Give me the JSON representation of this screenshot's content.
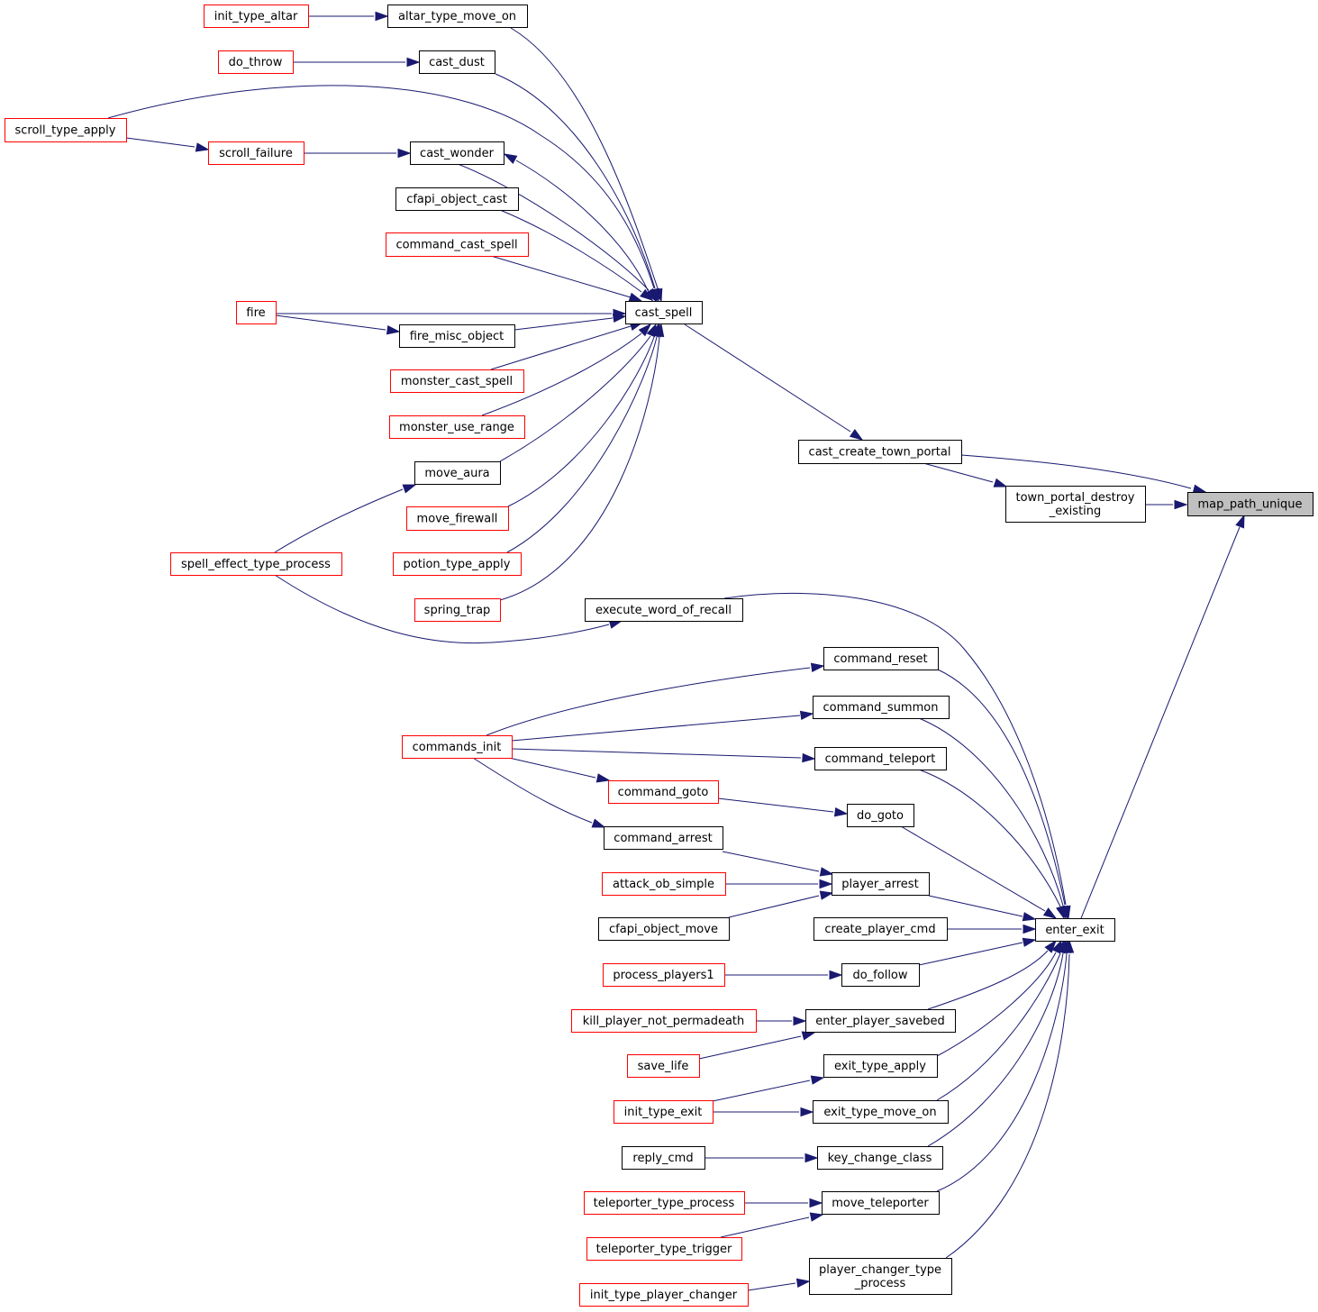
{
  "nodes": {
    "map_path_unique": {
      "lines": [
        "map_path_unique"
      ],
      "style": "gray"
    },
    "cast_create_town_portal": {
      "lines": [
        "cast_create_town_portal"
      ],
      "style": "black"
    },
    "town_portal_destroy_existing": {
      "lines": [
        "town_portal_destroy",
        "_existing"
      ],
      "style": "black"
    },
    "enter_exit": {
      "lines": [
        "enter_exit"
      ],
      "style": "black"
    },
    "cast_spell": {
      "lines": [
        "cast_spell"
      ],
      "style": "black"
    },
    "altar_type_move_on": {
      "lines": [
        "altar_type_move_on"
      ],
      "style": "black"
    },
    "init_type_altar": {
      "lines": [
        "init_type_altar"
      ],
      "style": "red"
    },
    "cast_dust": {
      "lines": [
        "cast_dust"
      ],
      "style": "black"
    },
    "do_throw": {
      "lines": [
        "do_throw"
      ],
      "style": "red"
    },
    "scroll_type_apply": {
      "lines": [
        "scroll_type_apply"
      ],
      "style": "red"
    },
    "scroll_failure": {
      "lines": [
        "scroll_failure"
      ],
      "style": "red"
    },
    "cast_wonder": {
      "lines": [
        "cast_wonder"
      ],
      "style": "black"
    },
    "cfapi_object_cast": {
      "lines": [
        "cfapi_object_cast"
      ],
      "style": "black"
    },
    "command_cast_spell": {
      "lines": [
        "command_cast_spell"
      ],
      "style": "red"
    },
    "fire": {
      "lines": [
        "fire"
      ],
      "style": "red"
    },
    "fire_misc_object": {
      "lines": [
        "fire_misc_object"
      ],
      "style": "black"
    },
    "monster_cast_spell": {
      "lines": [
        "monster_cast_spell"
      ],
      "style": "red"
    },
    "monster_use_range": {
      "lines": [
        "monster_use_range"
      ],
      "style": "red"
    },
    "move_aura": {
      "lines": [
        "move_aura"
      ],
      "style": "black"
    },
    "move_firewall": {
      "lines": [
        "move_firewall"
      ],
      "style": "red"
    },
    "spell_effect_type_process": {
      "lines": [
        "spell_effect_type_process"
      ],
      "style": "red"
    },
    "potion_type_apply": {
      "lines": [
        "potion_type_apply"
      ],
      "style": "red"
    },
    "spring_trap": {
      "lines": [
        "spring_trap"
      ],
      "style": "red"
    },
    "execute_word_of_recall": {
      "lines": [
        "execute_word_of_recall"
      ],
      "style": "black"
    },
    "command_reset": {
      "lines": [
        "command_reset"
      ],
      "style": "black"
    },
    "command_summon": {
      "lines": [
        "command_summon"
      ],
      "style": "black"
    },
    "commands_init": {
      "lines": [
        "commands_init"
      ],
      "style": "red"
    },
    "command_teleport": {
      "lines": [
        "command_teleport"
      ],
      "style": "black"
    },
    "command_goto": {
      "lines": [
        "command_goto"
      ],
      "style": "red"
    },
    "do_goto": {
      "lines": [
        "do_goto"
      ],
      "style": "black"
    },
    "command_arrest": {
      "lines": [
        "command_arrest"
      ],
      "style": "black"
    },
    "attack_ob_simple": {
      "lines": [
        "attack_ob_simple"
      ],
      "style": "red"
    },
    "player_arrest": {
      "lines": [
        "player_arrest"
      ],
      "style": "black"
    },
    "cfapi_object_move": {
      "lines": [
        "cfapi_object_move"
      ],
      "style": "black"
    },
    "create_player_cmd": {
      "lines": [
        "create_player_cmd"
      ],
      "style": "black"
    },
    "process_players1": {
      "lines": [
        "process_players1"
      ],
      "style": "red"
    },
    "do_follow": {
      "lines": [
        "do_follow"
      ],
      "style": "black"
    },
    "kill_player_not_permadeath": {
      "lines": [
        "kill_player_not_permadeath"
      ],
      "style": "red"
    },
    "enter_player_savebed": {
      "lines": [
        "enter_player_savebed"
      ],
      "style": "black"
    },
    "save_life": {
      "lines": [
        "save_life"
      ],
      "style": "red"
    },
    "exit_type_apply": {
      "lines": [
        "exit_type_apply"
      ],
      "style": "black"
    },
    "init_type_exit": {
      "lines": [
        "init_type_exit"
      ],
      "style": "red"
    },
    "exit_type_move_on": {
      "lines": [
        "exit_type_move_on"
      ],
      "style": "black"
    },
    "reply_cmd": {
      "lines": [
        "reply_cmd"
      ],
      "style": "black"
    },
    "key_change_class": {
      "lines": [
        "key_change_class"
      ],
      "style": "black"
    },
    "teleporter_type_process": {
      "lines": [
        "teleporter_type_process"
      ],
      "style": "red"
    },
    "move_teleporter": {
      "lines": [
        "move_teleporter"
      ],
      "style": "black"
    },
    "teleporter_type_trigger": {
      "lines": [
        "teleporter_type_trigger"
      ],
      "style": "red"
    },
    "player_changer_type_process": {
      "lines": [
        "player_changer_type",
        "_process"
      ],
      "style": "black"
    },
    "init_type_player_changer": {
      "lines": [
        "init_type_player_changer"
      ],
      "style": "red"
    }
  },
  "edges": [
    {
      "from": "cast_create_town_portal",
      "to": "map_path_unique"
    },
    {
      "from": "town_portal_destroy_existing",
      "to": "map_path_unique"
    },
    {
      "from": "enter_exit",
      "to": "map_path_unique"
    },
    {
      "from": "cast_spell",
      "to": "cast_create_town_portal"
    },
    {
      "from": "cast_create_town_portal",
      "to": "town_portal_destroy_existing"
    },
    {
      "from": "init_type_altar",
      "to": "altar_type_move_on"
    },
    {
      "from": "altar_type_move_on",
      "to": "cast_spell"
    },
    {
      "from": "do_throw",
      "to": "cast_dust"
    },
    {
      "from": "cast_dust",
      "to": "cast_spell"
    },
    {
      "from": "scroll_type_apply",
      "to": "scroll_failure"
    },
    {
      "from": "scroll_type_apply",
      "to": "cast_spell"
    },
    {
      "from": "scroll_failure",
      "to": "cast_wonder"
    },
    {
      "from": "cast_wonder",
      "to": "cast_spell"
    },
    {
      "from": "cast_spell",
      "to": "cast_wonder"
    },
    {
      "from": "cfapi_object_cast",
      "to": "cast_spell"
    },
    {
      "from": "command_cast_spell",
      "to": "cast_spell"
    },
    {
      "from": "fire",
      "to": "cast_spell"
    },
    {
      "from": "fire",
      "to": "fire_misc_object"
    },
    {
      "from": "fire_misc_object",
      "to": "cast_spell"
    },
    {
      "from": "monster_cast_spell",
      "to": "cast_spell"
    },
    {
      "from": "monster_use_range",
      "to": "cast_spell"
    },
    {
      "from": "move_aura",
      "to": "cast_spell"
    },
    {
      "from": "spell_effect_type_process",
      "to": "move_aura"
    },
    {
      "from": "move_firewall",
      "to": "cast_spell"
    },
    {
      "from": "potion_type_apply",
      "to": "cast_spell"
    },
    {
      "from": "spring_trap",
      "to": "cast_spell"
    },
    {
      "from": "spell_effect_type_process",
      "to": "execute_word_of_recall"
    },
    {
      "from": "execute_word_of_recall",
      "to": "enter_exit"
    },
    {
      "from": "command_reset",
      "to": "enter_exit"
    },
    {
      "from": "commands_init",
      "to": "command_reset"
    },
    {
      "from": "command_summon",
      "to": "enter_exit"
    },
    {
      "from": "commands_init",
      "to": "command_summon"
    },
    {
      "from": "command_teleport",
      "to": "enter_exit"
    },
    {
      "from": "commands_init",
      "to": "command_teleport"
    },
    {
      "from": "commands_init",
      "to": "command_goto"
    },
    {
      "from": "commands_init",
      "to": "command_arrest"
    },
    {
      "from": "command_goto",
      "to": "do_goto"
    },
    {
      "from": "do_goto",
      "to": "enter_exit"
    },
    {
      "from": "command_arrest",
      "to": "player_arrest"
    },
    {
      "from": "attack_ob_simple",
      "to": "player_arrest"
    },
    {
      "from": "cfapi_object_move",
      "to": "player_arrest"
    },
    {
      "from": "player_arrest",
      "to": "enter_exit"
    },
    {
      "from": "create_player_cmd",
      "to": "enter_exit"
    },
    {
      "from": "process_players1",
      "to": "do_follow"
    },
    {
      "from": "do_follow",
      "to": "enter_exit"
    },
    {
      "from": "kill_player_not_permadeath",
      "to": "enter_player_savebed"
    },
    {
      "from": "save_life",
      "to": "enter_player_savebed"
    },
    {
      "from": "enter_player_savebed",
      "to": "enter_exit"
    },
    {
      "from": "exit_type_apply",
      "to": "enter_exit"
    },
    {
      "from": "init_type_exit",
      "to": "exit_type_apply"
    },
    {
      "from": "init_type_exit",
      "to": "exit_type_move_on"
    },
    {
      "from": "exit_type_move_on",
      "to": "enter_exit"
    },
    {
      "from": "reply_cmd",
      "to": "key_change_class"
    },
    {
      "from": "key_change_class",
      "to": "enter_exit"
    },
    {
      "from": "teleporter_type_process",
      "to": "move_teleporter"
    },
    {
      "from": "teleporter_type_trigger",
      "to": "move_teleporter"
    },
    {
      "from": "move_teleporter",
      "to": "enter_exit"
    },
    {
      "from": "init_type_player_changer",
      "to": "player_changer_type_process"
    },
    {
      "from": "player_changer_type_process",
      "to": "enter_exit"
    }
  ]
}
